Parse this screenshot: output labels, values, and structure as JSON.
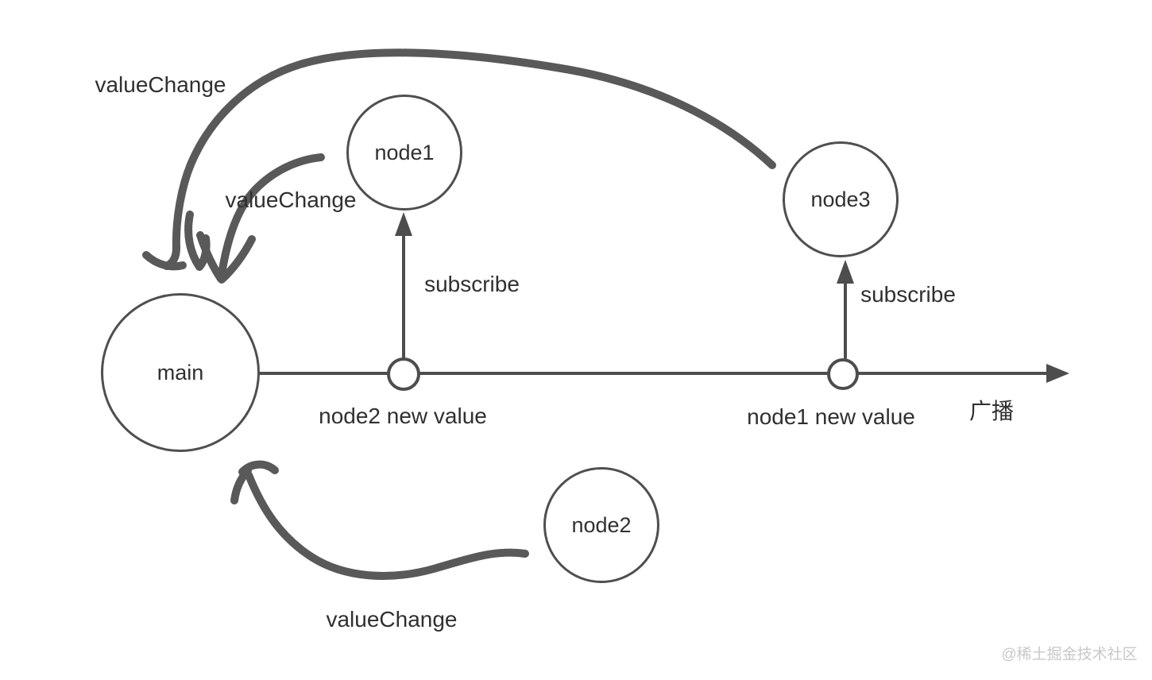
{
  "diagram": {
    "nodes": [
      {
        "id": "main",
        "label": "main"
      },
      {
        "id": "node1",
        "label": "node1"
      },
      {
        "id": "node2",
        "label": "node2"
      },
      {
        "id": "node3",
        "label": "node3"
      }
    ],
    "labels": {
      "value_change_from_node3": "valueChange",
      "value_change_inner": "valueChange",
      "value_change_from_node2": "valueChange",
      "subscribe_node1": "subscribe",
      "subscribe_node3": "subscribe",
      "event_node2_new_value": "node2 new value",
      "event_node1_new_value": "node1 new value",
      "broadcast_axis": "广播"
    },
    "edges": [
      {
        "from": "node3",
        "to": "main",
        "label": "valueChange",
        "style": "hand-drawn"
      },
      {
        "from": "node2",
        "to": "main",
        "label": "valueChange",
        "style": "hand-drawn"
      },
      {
        "from": "timeline-marker-1",
        "to": "node1",
        "label": "subscribe",
        "style": "straight-arrow"
      },
      {
        "from": "timeline-marker-2",
        "to": "node3",
        "label": "subscribe",
        "style": "straight-arrow"
      },
      {
        "from": "main",
        "to": "right",
        "label": "广播",
        "style": "timeline-arrow"
      }
    ],
    "watermark": "@稀土掘金技术社区",
    "colors": {
      "background": "#ffffff",
      "hand_stroke": "#595959",
      "line_stroke": "#4d4d4d",
      "node_border": "#4f4f4f",
      "text": "#303030",
      "watermark": "#c8c8c8"
    }
  }
}
